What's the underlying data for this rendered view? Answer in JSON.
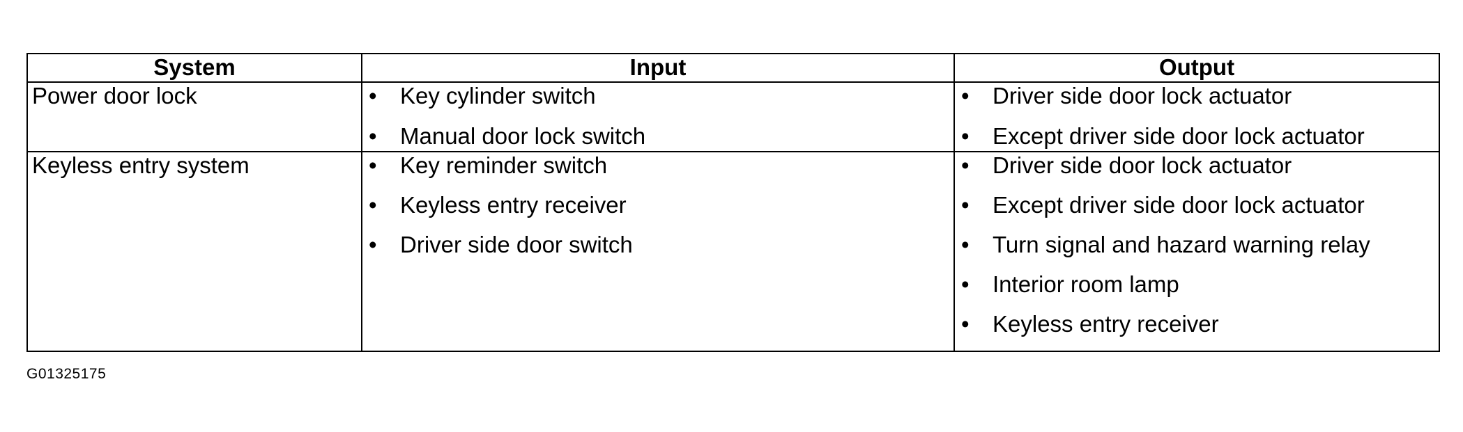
{
  "table": {
    "headers": [
      "System",
      "Input",
      "Output"
    ],
    "rows": [
      {
        "system": "Power door lock",
        "inputs": [
          "Key cylinder switch",
          "Manual door lock switch"
        ],
        "outputs": [
          "Driver side door lock actuator",
          "Except driver side door lock actuator"
        ]
      },
      {
        "system": "Keyless entry system",
        "inputs": [
          "Key reminder switch",
          "Keyless entry receiver",
          "Driver side door switch"
        ],
        "outputs": [
          "Driver side door lock actuator",
          "Except driver side door lock actuator",
          "Turn signal and hazard warning relay",
          "Interior room lamp",
          "Keyless entry receiver"
        ]
      }
    ]
  },
  "bullet_glyph": "•",
  "figure_id": "G01325175"
}
